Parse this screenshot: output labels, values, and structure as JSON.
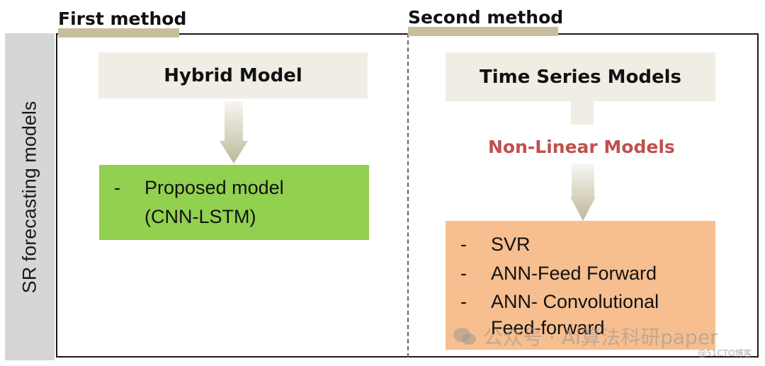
{
  "side_label": "SR forecasting models",
  "first_method": {
    "title": "First method",
    "box_title": "Hybrid Model",
    "items": [
      {
        "bullet": "-",
        "lines": [
          "Proposed model",
          "(CNN-LSTM)"
        ]
      }
    ]
  },
  "second_method": {
    "title": "Second method",
    "box_title": "Time Series Models",
    "sub_title": "Non-Linear Models",
    "items": [
      {
        "bullet": "-",
        "text": "SVR"
      },
      {
        "bullet": "-",
        "text": "ANN-Feed Forward"
      },
      {
        "bullet": "-",
        "text": "ANN- Convolutional"
      },
      {
        "bullet": "",
        "text": "Feed-forward"
      }
    ]
  },
  "watermark": {
    "text": "公众号 · AI算法科研paper",
    "corner": "@51CTO博客"
  },
  "colors": {
    "green_box": "#92d050",
    "orange_box": "#f7be8f",
    "beige_box": "#efede4",
    "nonlinear_text": "#c0504d"
  }
}
